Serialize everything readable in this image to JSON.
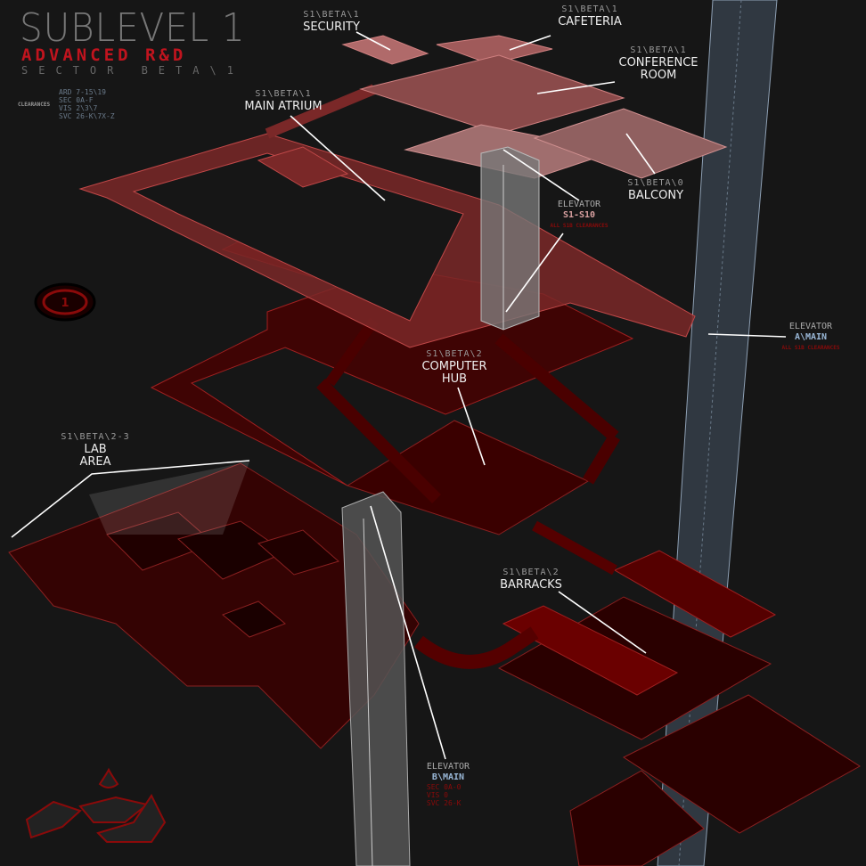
{
  "header": {
    "title": "SUBLEVEL 1",
    "subtitle": "ADVANCED R&D",
    "sector": "SECTOR BETA\\1",
    "clearances_label": "CLEARANCES",
    "clearances": [
      "ARD 7-15\\19",
      "SEC 0A-F",
      "VIS 2\\3\\7",
      "SVC 26-K\\7X-Z"
    ]
  },
  "rooms": [
    {
      "code": "S1\\BETA\\1",
      "name": "SECURITY"
    },
    {
      "code": "S1\\BETA\\1",
      "name": "CAFETERIA"
    },
    {
      "code": "S1\\BETA\\1",
      "name": "CONFERENCE",
      "name2": "ROOM"
    },
    {
      "code": "S1\\BETA\\1",
      "name": "MAIN ATRIUM"
    },
    {
      "code": "S1\\BETA\\0",
      "name": "BALCONY"
    },
    {
      "code": "S1\\BETA\\2",
      "name": "COMPUTER",
      "name2": "HUB"
    },
    {
      "code": "S1\\BETA\\2-3",
      "name": "LAB",
      "name2": "AREA"
    },
    {
      "code": "S1\\BETA\\2",
      "name": "BARRACKS"
    }
  ],
  "elevators": [
    {
      "label": "ELEVATOR",
      "name": "S1-S10",
      "note": "ALL S1B CLEARANCES"
    },
    {
      "label": "ELEVATOR",
      "name": "A\\MAIN",
      "note": "ALL S1B CLEARANCES"
    },
    {
      "label": "ELEVATOR",
      "name": "B\\MAIN",
      "notes": [
        "SEC 0A-0",
        "VIS 0",
        "SVC 26-K"
      ]
    }
  ],
  "icons": {
    "badge": "level-badge-icon",
    "logo": "faction-logo-icon"
  },
  "colors": {
    "accent": "#c0141e",
    "floor_upper": "#8a5a5a",
    "floor_mid": "#6a1010",
    "floor_low": "#3a0000",
    "elevator": "#9ab8d8"
  }
}
